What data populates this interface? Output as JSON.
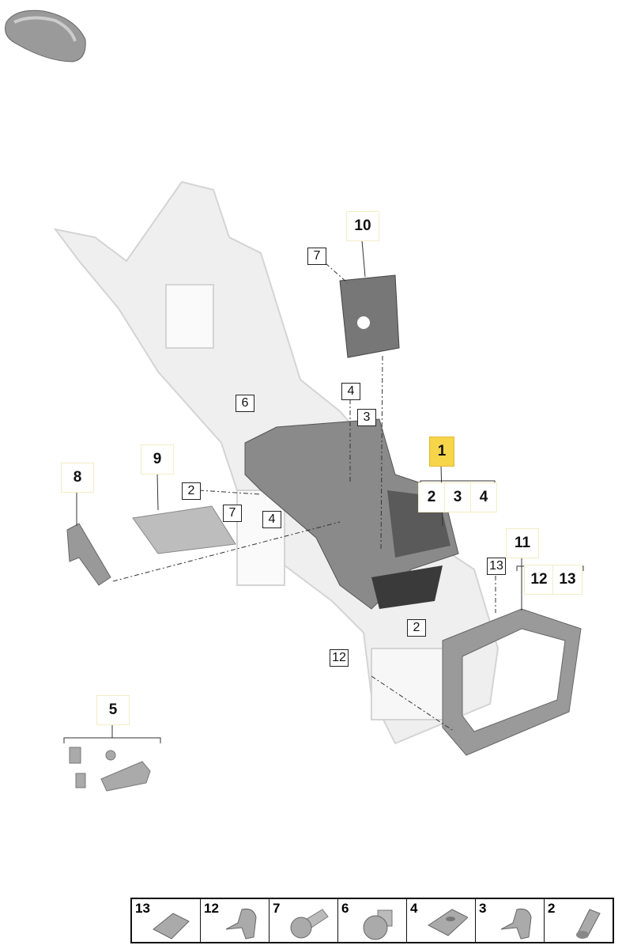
{
  "callouts_main": [
    {
      "id": "c10",
      "label": "10"
    },
    {
      "id": "c9",
      "label": "9"
    },
    {
      "id": "c8",
      "label": "8"
    },
    {
      "id": "c1",
      "label": "1"
    },
    {
      "id": "c1-2",
      "label": "2"
    },
    {
      "id": "c1-3",
      "label": "3"
    },
    {
      "id": "c1-4",
      "label": "4"
    },
    {
      "id": "c11",
      "label": "11"
    },
    {
      "id": "c11-12",
      "label": "12"
    },
    {
      "id": "c11-13",
      "label": "13"
    },
    {
      "id": "c5",
      "label": "5"
    }
  ],
  "callouts_boxed": [
    {
      "label": "7"
    },
    {
      "label": "6"
    },
    {
      "label": "4"
    },
    {
      "label": "3"
    },
    {
      "label": "2"
    },
    {
      "label": "7"
    },
    {
      "label": "4"
    },
    {
      "label": "13"
    },
    {
      "label": "2"
    },
    {
      "label": "12"
    }
  ],
  "legend": [
    {
      "label": "13",
      "part": "clip-nut"
    },
    {
      "label": "12",
      "part": "spring-clip"
    },
    {
      "label": "7",
      "part": "torx-screw"
    },
    {
      "label": "6",
      "part": "torx-screw-flange"
    },
    {
      "label": "4",
      "part": "speed-nut"
    },
    {
      "label": "3",
      "part": "spring-clip"
    },
    {
      "label": "2",
      "part": "expansion-sleeve"
    }
  ],
  "colors": {
    "highlight": "#f7d54a",
    "part": "#e6e6e6",
    "dark_part": "#707070"
  }
}
